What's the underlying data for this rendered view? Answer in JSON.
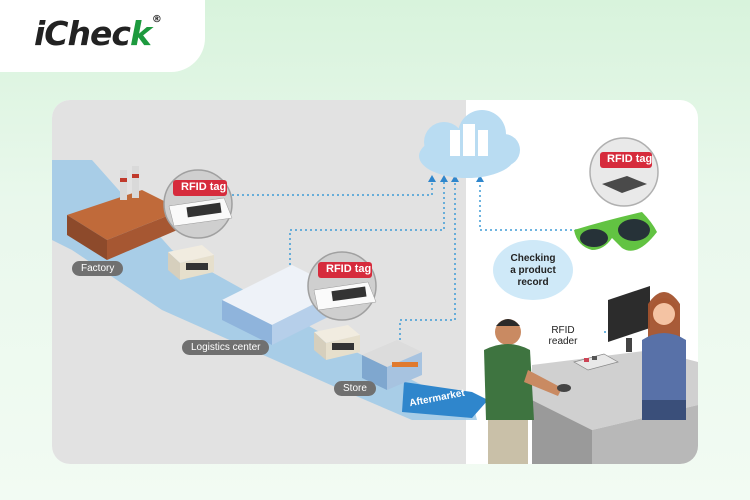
{
  "brand": {
    "logo_main": "iChec",
    "logo_k": "k",
    "logo_reg": "®"
  },
  "labels": {
    "factory": "Factory",
    "logistics_center": "Logistics center",
    "store": "Store",
    "aftermarket": "Aftermarket",
    "bubble_line1": "Checking",
    "bubble_line2": "a product",
    "bubble_line3": "record",
    "reader_line1": "RFID",
    "reader_line2": "reader",
    "rfid_tag_1": "RFID tag",
    "rfid_tag_2": "RFID tag",
    "rfid_tag_3": "RFID tag"
  },
  "colors": {
    "accent_green": "#1d9a3e",
    "tag_red": "#d62b3c",
    "flow_blue": "#3e9bd6",
    "cloud_blue": "#b9dcf2"
  }
}
